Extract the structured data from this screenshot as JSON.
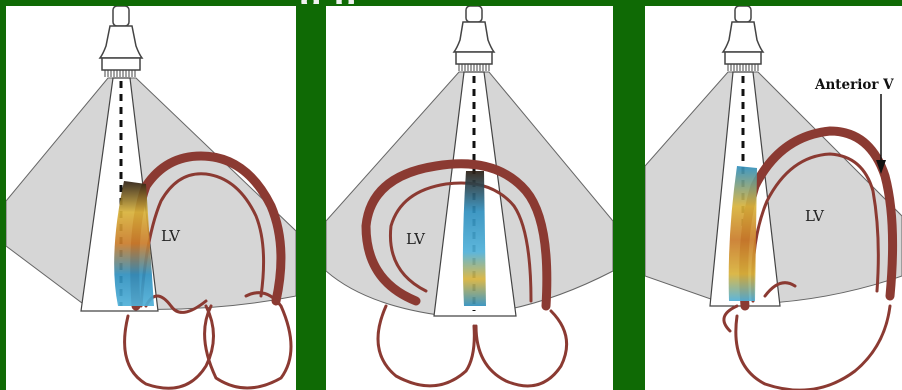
{
  "title_fragment": "g   p",
  "panels": [
    {
      "id": "panel-1",
      "chamber_label": "LV"
    },
    {
      "id": "panel-2",
      "chamber_label": "LV"
    },
    {
      "id": "panel-3",
      "chamber_label": "LV",
      "annotation": "Anterior V"
    }
  ],
  "colors": {
    "background": "#0f6a05",
    "sector": "#d6d6d6",
    "heart_wall": "#8b3a32",
    "jet_blue": "#2f8fbe",
    "jet_yellow": "#d8b23a",
    "jet_dark": "#3a2a1a"
  }
}
